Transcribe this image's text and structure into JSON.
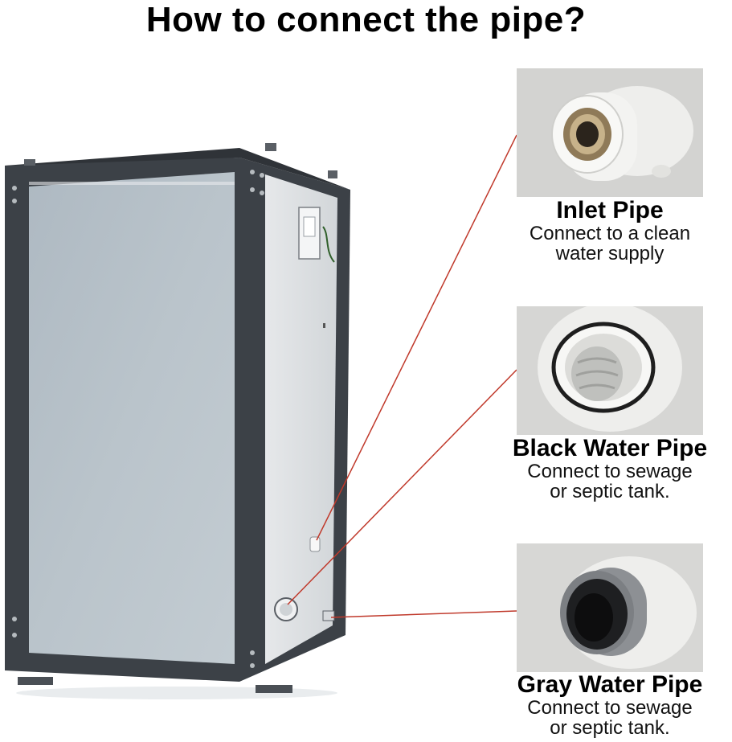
{
  "title": "How to connect the pipe?",
  "colors": {
    "frame": "#3c4147",
    "panel": "#b3bec6",
    "pointer_line": "#c0392b",
    "pipe_white": "#f2f2f2"
  },
  "pipes": [
    {
      "name": "Inlet Pipe",
      "desc_line1": "Connect to a clean",
      "desc_line2": "water supply",
      "photo_icon": "threaded-inlet-fitting-icon"
    },
    {
      "name": "Black Water Pipe",
      "desc_line1": "Connect to sewage",
      "desc_line2": "or septic tank.",
      "photo_icon": "large-drain-fitting-icon"
    },
    {
      "name": "Gray Water Pipe",
      "desc_line1": "Connect to sewage",
      "desc_line2": "or septic tank.",
      "photo_icon": "gray-drain-pipe-icon"
    }
  ]
}
